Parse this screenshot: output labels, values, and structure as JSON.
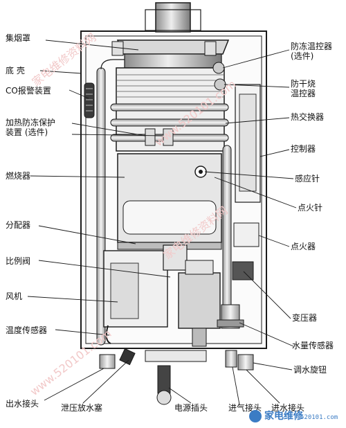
{
  "labels_left": [
    {
      "id": "hood",
      "text": "集烟罩"
    },
    {
      "id": "shell",
      "text": "底 壳"
    },
    {
      "id": "co",
      "text": "CO报警装置"
    },
    {
      "id": "heat-protect",
      "text": "加热防冻保护\n装置 (选件)"
    },
    {
      "id": "burner",
      "text": "燃烧器"
    },
    {
      "id": "distributor",
      "text": "分配器"
    },
    {
      "id": "valve",
      "text": "比例阀"
    },
    {
      "id": "fan",
      "text": "风机"
    },
    {
      "id": "temp-sensor",
      "text": "温度传感器"
    },
    {
      "id": "outlet",
      "text": "出水接头"
    }
  ],
  "labels_right": [
    {
      "id": "antifreeze-temp",
      "text": "防冻温控器\n(选件)"
    },
    {
      "id": "dry-burn",
      "text": "防干烧\n温控器"
    },
    {
      "id": "heat-exchanger",
      "text": "热交换器"
    },
    {
      "id": "controller",
      "text": "控制器"
    },
    {
      "id": "sense-needle",
      "text": "感应针"
    },
    {
      "id": "ignite-needle",
      "text": "点火针"
    },
    {
      "id": "igniter",
      "text": "点火器"
    },
    {
      "id": "transformer",
      "text": "变压器"
    },
    {
      "id": "flow-sensor",
      "text": "水量传感器"
    },
    {
      "id": "knob",
      "text": "调水旋钮"
    }
  ],
  "labels_bottom": [
    {
      "id": "relief-plug",
      "text": "泄压放水塞"
    },
    {
      "id": "power-plug",
      "text": "电源插头"
    },
    {
      "id": "gas-inlet",
      "text": "进气接头"
    },
    {
      "id": "water-inlet",
      "text": "进水接头"
    }
  ],
  "watermarks": [
    {
      "id": "wm1",
      "text": "家电维修资料网"
    },
    {
      "id": "wm2",
      "text": "www.520101.com"
    }
  ],
  "logo": {
    "brand": "家电维修",
    "url": "520101.com"
  },
  "colors": {
    "line": "#1a1a1a",
    "fill_light": "#e8e8e8",
    "fill_mid": "#c8c8c8",
    "fill_dark": "#8a8a8a"
  }
}
